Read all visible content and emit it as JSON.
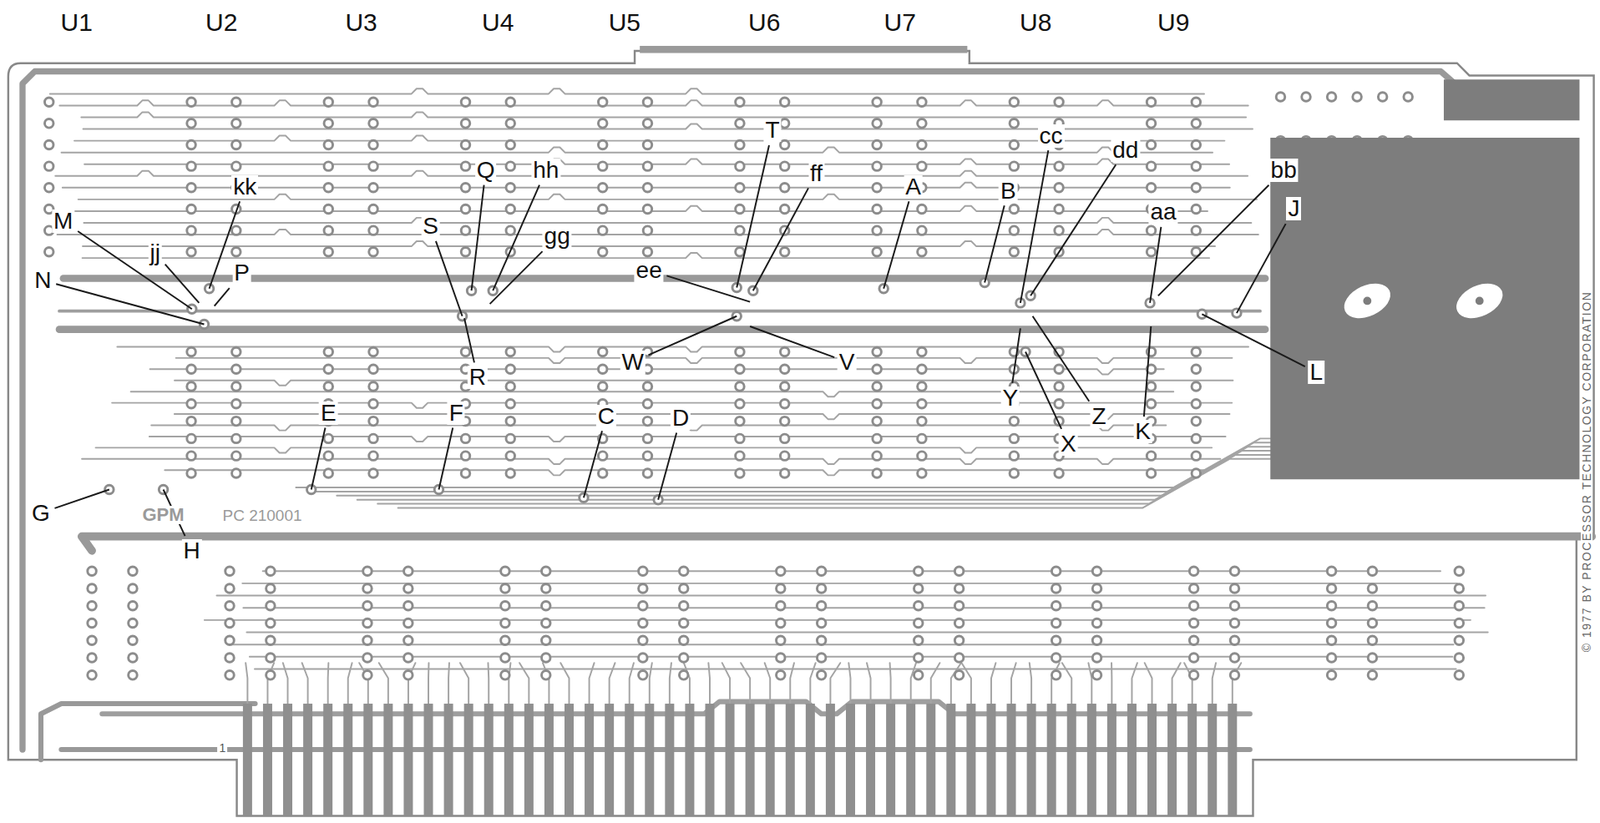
{
  "diagram": {
    "labels": [
      "U1",
      "U2",
      "U3",
      "U4",
      "U5",
      "U6",
      "U7",
      "U8",
      "U9",
      "T",
      "cc",
      "dd",
      "ff",
      "Q",
      "hh",
      "bb",
      "kk",
      "A",
      "B",
      "aa",
      "J",
      "M",
      "S",
      "gg",
      "jj",
      "ee",
      "P",
      "N",
      "W",
      "V",
      "L",
      "R",
      "Y",
      "Z",
      "K",
      "X",
      "E",
      "F",
      "C",
      "D",
      "G",
      "GPM",
      "PC 210001",
      "H",
      "1",
      "© 1977 BY PROCESSOR TECHNOLOGY CORPORATION"
    ]
  }
}
